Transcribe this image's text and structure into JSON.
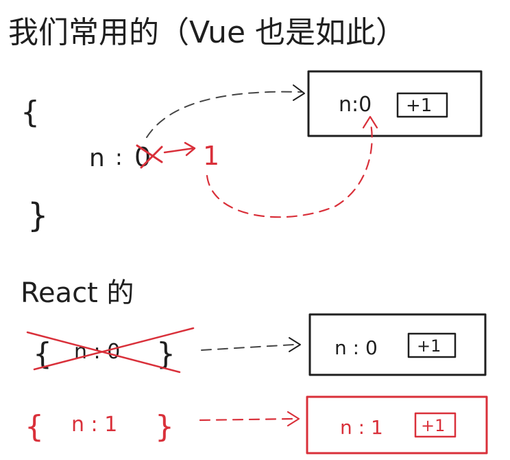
{
  "title": "我们常用的（Vue 也是如此）",
  "section1": {
    "open_brace": "{",
    "close_brace": "}",
    "state_key": "n",
    "state_colon": ":",
    "old_value": "0",
    "new_value": "1",
    "arrow": "→",
    "view_label": "n:0",
    "button_label": "+1"
  },
  "section2": {
    "heading": "React 的",
    "old_state": {
      "open_brace": "{",
      "close_brace": "}",
      "text": "n : 0"
    },
    "old_view": {
      "label": "n : 0",
      "button_label": "+1"
    },
    "new_state": {
      "open_brace": "{",
      "close_brace": "}",
      "text": "n : 1"
    },
    "new_view": {
      "label": "n : 1",
      "button_label": "+1"
    }
  },
  "colors": {
    "ink": "#1f1f1f",
    "accent": "#d9303a",
    "dashed": "#444444"
  }
}
